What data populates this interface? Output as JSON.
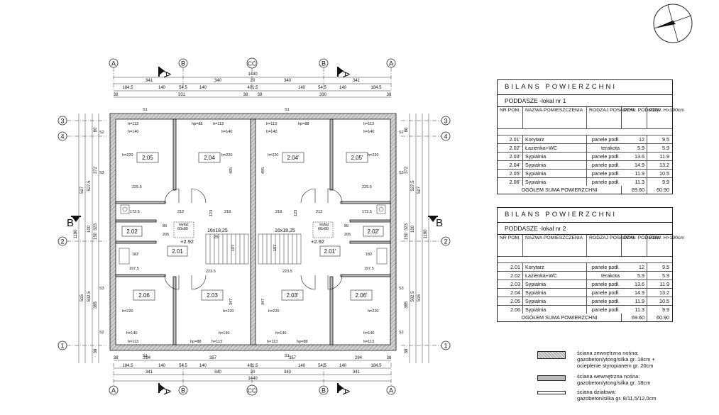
{
  "grid_labels": {
    "top": [
      "A",
      "B",
      "CC",
      "B",
      "A"
    ],
    "bottom": [
      "A",
      "B",
      "CC",
      "B",
      "A"
    ],
    "left": [
      "3",
      "4",
      "2",
      "1"
    ],
    "right": [
      "3",
      "4",
      "2",
      "1"
    ]
  },
  "section_marks": {
    "a": "A",
    "b": "B"
  },
  "top_dims": {
    "total": "1440",
    "row1": [
      "341",
      "340",
      "20",
      "340",
      "341"
    ],
    "row2": [
      "184.5",
      "140",
      "54.5",
      "140",
      "401.5",
      "140",
      "54.5",
      "140",
      "184.5"
    ],
    "row3": [
      "38",
      "331",
      "38",
      "38",
      "330",
      "38"
    ]
  },
  "bottom_dims": {
    "total": "1440",
    "row1": [
      "341",
      "340",
      "20",
      "340",
      "341"
    ],
    "row2": [
      "184.5",
      "140",
      "54.5",
      "140",
      "401.5",
      "140",
      "54.5",
      "140",
      "184.5"
    ],
    "row3": [
      "38",
      "294",
      "357",
      "357",
      "294",
      "38"
    ]
  },
  "left_dims": {
    "outer": "1180",
    "mid": [
      "527",
      "515"
    ],
    "inner": [
      "527.5",
      "100",
      "502.5"
    ],
    "fine": [
      "80",
      "372",
      "323",
      "150",
      "385",
      "38"
    ]
  },
  "right_dims": {
    "outer": "1180",
    "mid": [
      "527",
      "515"
    ],
    "inner": [
      "527.5",
      "100",
      "502.5"
    ],
    "fine": [
      "80",
      "372",
      "323",
      "150",
      "385",
      "38"
    ]
  },
  "rooms": [
    {
      "id": "2.05",
      "label": "2.05"
    },
    {
      "id": "2.04",
      "label": "2.04"
    },
    {
      "id": "2.04p",
      "label": "2.04'"
    },
    {
      "id": "2.05p",
      "label": "2.05'"
    },
    {
      "id": "2.02",
      "label": "2.02"
    },
    {
      "id": "2.02p",
      "label": "2.02'"
    },
    {
      "id": "2.01",
      "label": "2.01"
    },
    {
      "id": "2.01p",
      "label": "2.01'"
    },
    {
      "id": "2.06",
      "label": "2.06"
    },
    {
      "id": "2.03",
      "label": "2.03"
    },
    {
      "id": "2.03p",
      "label": "2.03'"
    },
    {
      "id": "2.06p",
      "label": "2.06'"
    }
  ],
  "plan_notes": {
    "hp88": "hp=88",
    "h113": "h=113",
    "h140": "h=140",
    "h220": "h=220",
    "stairs": "16x18,25",
    "stairs_n": "25",
    "wylaz": "wyłaz",
    "wylaz_size": "60x80",
    "level": "+2.92",
    "d2255": "225.5",
    "d1975": "197.5",
    "d2235": "223.5",
    "d1725": "172.5",
    "d212": "212",
    "d218": "218",
    "d182": "182",
    "d107": "107",
    "d205": "205",
    "d80": "80",
    "d123": "123",
    "d495": "495",
    "d347": "347",
    "s1": "S1",
    "s2": "S2",
    "s3": "S3"
  },
  "table1": {
    "title": "BILANS POWIERZCHNI",
    "subtitle": "PODDASZE -lokal nr 1",
    "headers": [
      "NR POM.",
      "NAZWA POMIESZCZENIA",
      "RODZAJ POSADZKI",
      "POW. PODŁOGI",
      "POW. H>190cm"
    ],
    "rows": [
      {
        "nr": "2.01'",
        "name": "Korytarz",
        "floor": "panele podł.",
        "area": "12",
        "area190": "9.5"
      },
      {
        "nr": "2.02'",
        "name": "Łazienka+WC",
        "floor": "terakota",
        "area": "5.9",
        "area190": "5.9"
      },
      {
        "nr": "2.03'",
        "name": "Sypialnia",
        "floor": "panele podł.",
        "area": "13.6",
        "area190": "11.9"
      },
      {
        "nr": "2.04'",
        "name": "Sypialnia",
        "floor": "panele podł.",
        "area": "14.9",
        "area190": "13.2"
      },
      {
        "nr": "2.05'",
        "name": "Sypialnia",
        "floor": "panele podł.",
        "area": "11.9",
        "area190": "10.5"
      },
      {
        "nr": "2.06'",
        "name": "Sypialnia",
        "floor": "panele podł.",
        "area": "11.3",
        "area190": "9.9"
      }
    ],
    "sum_label": "OGÓŁEM SUMA POWIERZCHNI",
    "sum_area": "69.60",
    "sum_area190": "60.90"
  },
  "table2": {
    "title": "BILANS POWIERZCHNI",
    "subtitle": "PODDASZE -lokal nr 2",
    "headers": [
      "NR POM.",
      "NAZWA POMIESZCZENIA",
      "RODZAJ POSADZKI",
      "POW. PODŁOGI",
      "POW. H>190cm"
    ],
    "rows": [
      {
        "nr": "2.01",
        "name": "Korytarz",
        "floor": "panele podł.",
        "area": "12",
        "area190": "9.5"
      },
      {
        "nr": "2.02",
        "name": "Łazienka+WC",
        "floor": "terakota",
        "area": "5.9",
        "area190": "5.9"
      },
      {
        "nr": "2.03",
        "name": "Sypialnia",
        "floor": "panele podł.",
        "area": "13.6",
        "area190": "11.9"
      },
      {
        "nr": "2.04",
        "name": "Sypialnia",
        "floor": "panele podł.",
        "area": "14.9",
        "area190": "13.2"
      },
      {
        "nr": "2.05",
        "name": "Sypialnia",
        "floor": "panele podł.",
        "area": "11.9",
        "area190": "10.5"
      },
      {
        "nr": "2.06",
        "name": "Sypialnia",
        "floor": "panele podł.",
        "area": "11.3",
        "area190": "9.9"
      }
    ],
    "sum_label": "OGÓŁEM SUMA POWIERZCHNI",
    "sum_area": "69.60",
    "sum_area190": "60.90"
  },
  "legend": [
    {
      "title": "ściana zewnętrzna nośna:",
      "lines": [
        "gazobeton/ytong/silka gr. 18cm +",
        "ocieplenie styropianem gr. 20cm"
      ]
    },
    {
      "title": "ściana wewnętrzna nośna:",
      "lines": [
        "gazobeton/ytong/silka gr. 18cm"
      ]
    },
    {
      "title": "ściana działowa:",
      "lines": [
        "gazobeton/silka gr. 8/11,5/12,0cm"
      ]
    }
  ],
  "colors": {
    "line": "#222222",
    "wall": "#bfbfbf",
    "paper": "#ffffff"
  }
}
